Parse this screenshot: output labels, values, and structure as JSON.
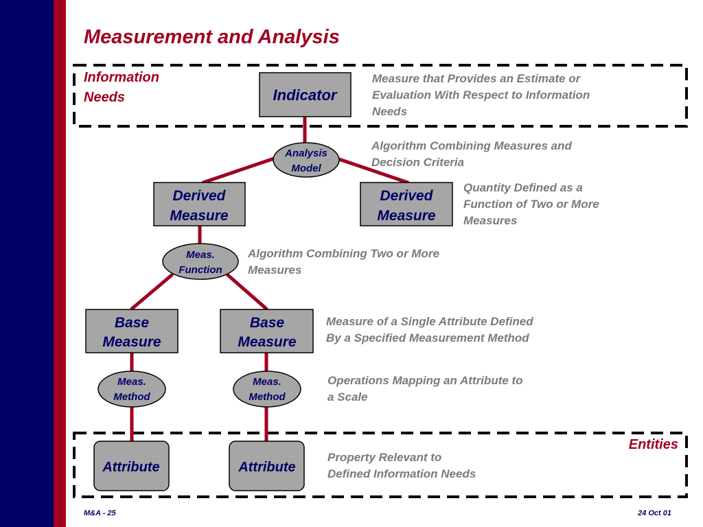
{
  "title": "Measurement and Analysis",
  "sections": {
    "information_needs": [
      "Information",
      "Needs"
    ],
    "entities": "Entities"
  },
  "nodes": {
    "indicator": [
      "Indicator"
    ],
    "analysis_model": [
      "Analysis",
      "Model"
    ],
    "derived_measure_left": [
      "Derived",
      "Measure"
    ],
    "derived_measure_right": [
      "Derived",
      "Measure"
    ],
    "meas_function": [
      "Meas.",
      "Function"
    ],
    "base_measure_left": [
      "Base",
      "Measure"
    ],
    "base_measure_right": [
      "Base",
      "Measure"
    ],
    "meas_method_left": [
      "Meas.",
      "Method"
    ],
    "meas_method_right": [
      "Meas.",
      "Method"
    ],
    "attribute_left": [
      "Attribute"
    ],
    "attribute_right": [
      "Attribute"
    ]
  },
  "descriptions": {
    "indicator": [
      "Measure that Provides an Estimate or",
      "Evaluation With Respect to Information",
      "Needs"
    ],
    "analysis_model": [
      "Algorithm Combining Measures and",
      "Decision Criteria"
    ],
    "derived_measure": [
      "Quantity Defined as a",
      "Function of Two or More",
      "Measures"
    ],
    "meas_function": [
      "Algorithm Combining Two or More",
      "Measures"
    ],
    "base_measure": [
      "Measure of a Single Attribute Defined",
      "By a Specified Measurement Method"
    ],
    "meas_method": [
      "Operations Mapping an Attribute to",
      "a Scale"
    ],
    "attribute": [
      "Property Relevant to",
      "Defined Information Needs"
    ]
  },
  "footer": {
    "left": "M&A - 25",
    "right": "24 Oct 01"
  },
  "colors": {
    "navy": "#000066",
    "crimson": "#a00020",
    "box_fill": "#a6a6a6",
    "description_gray": "#7a7a7a"
  }
}
